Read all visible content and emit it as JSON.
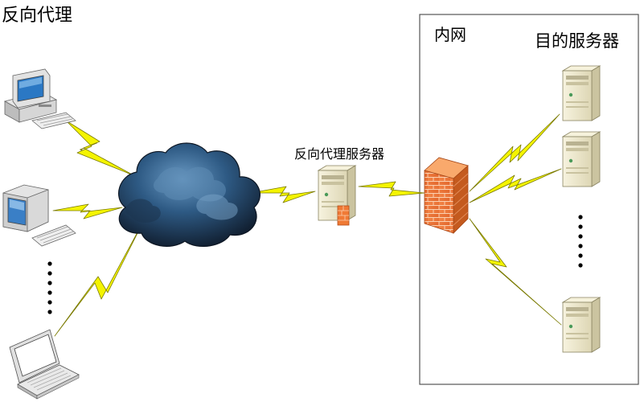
{
  "title": "反向代理",
  "proxy_label": "反向代理服务器",
  "intranet_label": "内网",
  "target_label": "目的服务器",
  "clients": [
    {
      "type": "desktop-crt"
    },
    {
      "type": "desktop-monitor"
    },
    {
      "type": "laptop"
    }
  ],
  "servers_visible": 3,
  "colors": {
    "lightning": "#f4f400",
    "lightning_stroke": "#7a7a00",
    "cloud_dark": "#16263a",
    "cloud_mid": "#2e5a84",
    "cloud_light": "#5f8db5",
    "firewall_face": "#f07a35",
    "firewall_side": "#c45a1e",
    "firewall_top": "#f9a96c",
    "server_face": "#ece6c8",
    "server_side": "#cbc4a0",
    "intranet_border": "#555555"
  }
}
